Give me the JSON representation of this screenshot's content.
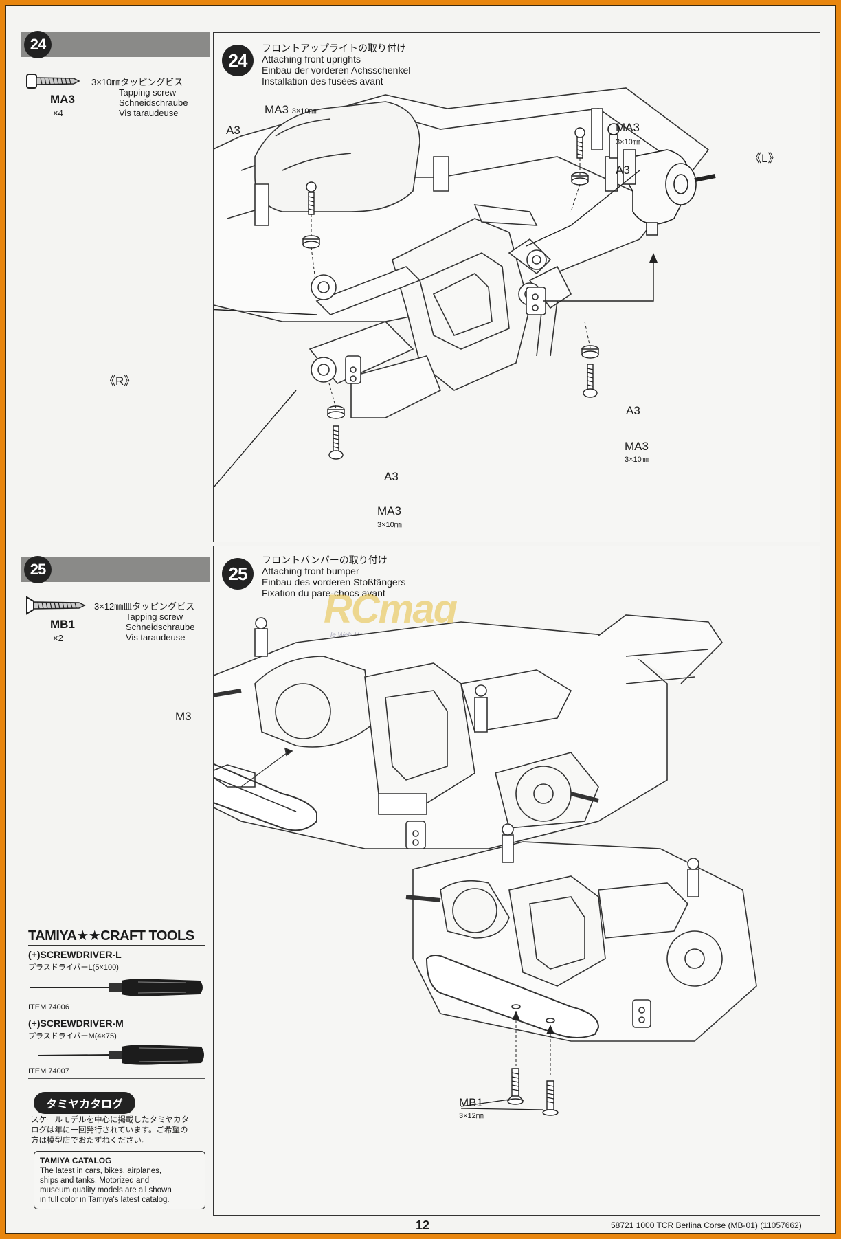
{
  "step24": {
    "number": "24",
    "title_jp": "フロントアップライトの取り付け",
    "title_en": "Attaching front uprights",
    "title_de": "Einbau der vorderen Achsschenkel",
    "title_fr": "Installation des fusées avant",
    "part": {
      "code": "MA3",
      "qty": "×4",
      "size_jp": "3×10㎜タッピングビス",
      "name_en": "Tapping screw",
      "name_de": "Schneidschraube",
      "name_fr": "Vis taraudeuse"
    },
    "callouts": {
      "a3": "A3",
      "ma3": "MA3",
      "size": "3×10㎜",
      "left": "《L》",
      "right": "《R》"
    }
  },
  "step25": {
    "number": "25",
    "title_jp": "フロントバンパーの取り付け",
    "title_en": "Attaching front bumper",
    "title_de": "Einbau des vorderen Stoßfängers",
    "title_fr": "Fixation du pare-chocs avant",
    "part": {
      "code": "MB1",
      "qty": "×2",
      "size_jp": "3×12㎜皿タッピングビス",
      "name_en": "Tapping screw",
      "name_de": "Schneidschraube",
      "name_fr": "Vis taraudeuse"
    },
    "callouts": {
      "m3": "M3",
      "mb1": "MB1",
      "size": "3×12㎜"
    }
  },
  "watermark": {
    "brand": "RCmag",
    "tagline": "le Web Magazine du Modélisme RC"
  },
  "craft_tools": {
    "title": "TAMIYA★★CRAFT TOOLS",
    "tools": [
      {
        "name": "(+)SCREWDRIVER-L",
        "jp": "プラスドライバーL(5×100)",
        "item": "ITEM 74006"
      },
      {
        "name": "(+)SCREWDRIVER-M",
        "jp": "プラスドライバーM(4×75)",
        "item": "ITEM 74007"
      }
    ]
  },
  "catalog": {
    "pill": "タミヤカタログ",
    "jp_line1": "スケールモデルを中心に掲載したタミヤカタ",
    "jp_line2": "ログは年に一回発行されています。ご希望の",
    "jp_line3": "方は模型店でおたずねください。",
    "box_title": "TAMIYA CATALOG",
    "box_line1": "The latest in cars, bikes, airplanes,",
    "box_line2": "ships and tanks. Motorized and",
    "box_line3": "museum quality models are all shown",
    "box_line4": "in full color in Tamiya's latest catalog."
  },
  "footer": {
    "page_number": "12",
    "reference": "58721 1000 TCR Berlina Corse (MB-01) (11057662)"
  }
}
